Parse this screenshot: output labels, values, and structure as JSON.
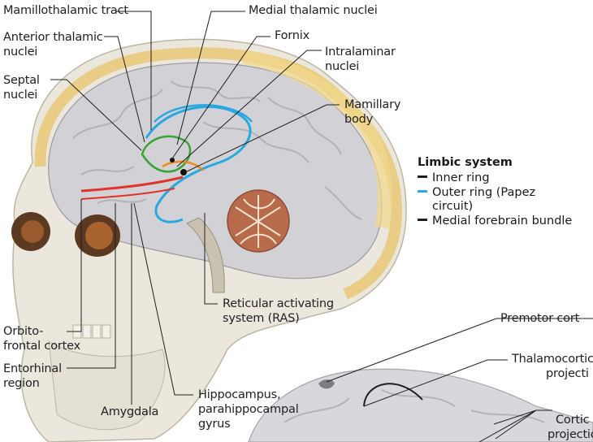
{
  "colors": {
    "inner_ring": "#1f1f1f",
    "outer_ring": "#29a8e0",
    "medial_forebrain_bundle": "#1f1f1f",
    "green_path": "#3aa335",
    "red_path": "#e0332a",
    "orange_path": "#f08a1c"
  },
  "labels": {
    "mamillothalamic_tract": "Mamillothalamic tract",
    "medial_thalamic_nuclei": "Medial thalamic nuclei",
    "anterior_thalamic_nuclei_1": "Anterior thalamic",
    "anterior_thalamic_nuclei_2": "nuclei",
    "fornix": "Fornix",
    "intralaminar_nuclei_1": "Intralaminar",
    "intralaminar_nuclei_2": "nuclei",
    "septal_nuclei_1": "Septal",
    "septal_nuclei_2": "nuclei",
    "mamillary_body_1": "Mamillary",
    "mamillary_body_2": "body",
    "reticular_1": "Reticular activating",
    "reticular_2": "system (RAS)",
    "orbitofrontal_1": "Orbito-",
    "orbitofrontal_2": "frontal cortex",
    "entorhinal_1": "Entorhinal",
    "entorhinal_2": "region",
    "amygdala": "Amygdala",
    "hippocampus_1": "Hippocampus,",
    "hippocampus_2": "parahippocampal",
    "hippocampus_3": "gyrus",
    "premotor": "Premotor cort",
    "thalamocortical_1": "Thalamocortic",
    "thalamocortical_2": "projecti",
    "cortical_1": "Cortic",
    "cortical_2": "projectio"
  },
  "legend": {
    "title": "Limbic system",
    "inner_ring": "Inner ring",
    "outer_ring_1": "Outer ring (Papez",
    "outer_ring_2": "circuit)",
    "medial_forebrain_bundle": "Medial forebrain bundle"
  }
}
